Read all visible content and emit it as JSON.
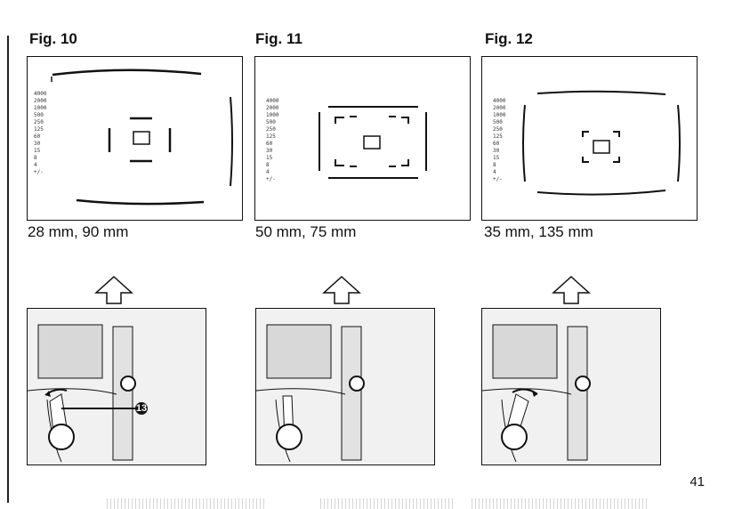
{
  "figures": [
    {
      "title": "Fig. 10",
      "caption": "28 mm, 90 mm",
      "callout": "13"
    },
    {
      "title": "Fig. 11",
      "caption": "50 mm, 75 mm"
    },
    {
      "title": "Fig. 12",
      "caption": "35 mm, 135 mm"
    }
  ],
  "shutter_scale": [
    "4000",
    "2000",
    "1000",
    "500",
    "250",
    "125",
    "60",
    "30",
    "15",
    "8",
    "4",
    "+/-"
  ],
  "page_number": "41"
}
